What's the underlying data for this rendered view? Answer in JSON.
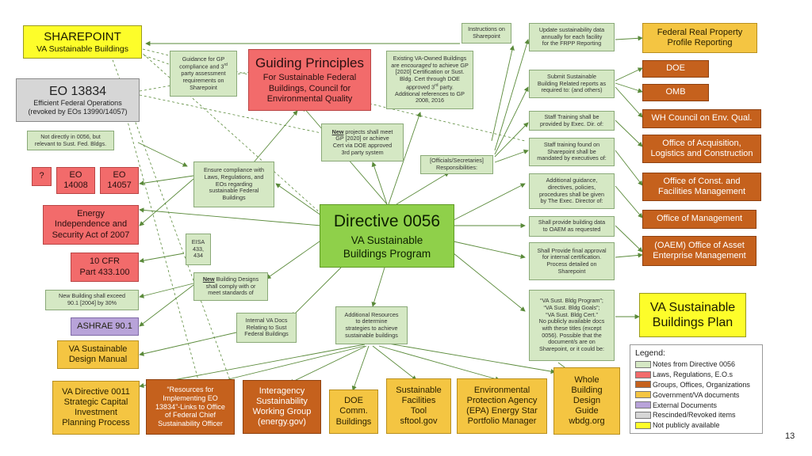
{
  "colors": {
    "note": "#d5e8c4",
    "law": "#f26b6b",
    "org": "#c5611d",
    "gov": "#f4c542",
    "external": "#b8a3d9",
    "rescinded": "#d6d6d6",
    "not_public": "#fdfd2a",
    "directive": "#8fd04a",
    "line": "#5a8a3a"
  },
  "sharepoint": {
    "title": "SHAREPOINT",
    "subtitle": "VA Sustainable Buildings"
  },
  "eo13834": {
    "title": "EO 13834",
    "line1": "Efficient Federal Operations",
    "line2": "(revoked by EOs 13990/14057)"
  },
  "not_directly": {
    "line1": "Not directly in 0056, but",
    "line2": "relevant to Sust. Fed. Bldgs."
  },
  "question": {
    "label": "?"
  },
  "eo14008": {
    "line1": "EO",
    "line2": "14008"
  },
  "eo14057": {
    "line1": "EO",
    "line2": "14057"
  },
  "energy_act": {
    "line1": "Energy",
    "line2": "Independence and",
    "line3": "Security Act of 2007"
  },
  "cfr": {
    "line1": "10 CFR",
    "line2": "Part 433.100"
  },
  "new_bldg_exceed": {
    "line1": "New Building shall exceed",
    "line2": "90.1 [2004] by 30%"
  },
  "ashrae": {
    "label": "ASHRAE 90.1"
  },
  "design_manual": {
    "line1": "VA Sustainable",
    "line2": "Design Manual"
  },
  "guidance_gp": {
    "line1": "Guidance for GP",
    "line2a": "compliance and 3",
    "line2sup": "rd",
    "line3": "party assessment",
    "line4": "requirements on",
    "line5": "Sharepoint"
  },
  "guiding": {
    "title": "Guiding Principles",
    "line1": "For Sustainable Federal",
    "line2": "Buildings, Council for",
    "line3": "Environmental Quality"
  },
  "existing_va": {
    "line1": "Existing VA-Owned Buildings",
    "line2a": "are ",
    "line2em": "encouraged",
    "line2b": " to achieve GP",
    "line3": "[2020] Certification or Sust.",
    "line4": "Bldg. Cert through DOE",
    "line5a": "approved 3",
    "line5sup": "rd",
    "line5b": " party.",
    "line6": "Additional references to GP",
    "line7": "2008, 2016"
  },
  "instructions": {
    "line1": "Instructions on",
    "line2": "Sharepoint"
  },
  "update_data": {
    "line1": "Update sustainability data",
    "line2": "annually for each facility",
    "line3": "for the FRPP Reporting"
  },
  "frpp": {
    "line1": "Federal Real Property",
    "line2": "Profile Reporting"
  },
  "doe": {
    "label": "DOE"
  },
  "omb": {
    "label": "OMB"
  },
  "wh_council": {
    "label": "WH Council on Env. Qual."
  },
  "office_acq": {
    "line1": "Office of Acquisition,",
    "line2": "Logistics and Construction"
  },
  "office_const": {
    "line1": "Office of Const. and",
    "line2": "Facilities Management"
  },
  "office_mgmt": {
    "label": "Office of Management"
  },
  "oaem": {
    "line1": "(OAEM) Office of Asset",
    "line2": "Enterprise Management"
  },
  "vasbp": {
    "line1": "VA Sustainable",
    "line2": "Buildings Plan"
  },
  "submit_bldg": {
    "line1": "Submit Sustainable",
    "line2": "Building Related reports as",
    "line3": "required to: (and others)"
  },
  "staff_exec": {
    "line1": "Staff Training shall be",
    "line2": "provided by Exec. Dir. of:"
  },
  "staff_found": {
    "line1": "Staff training found on",
    "line2": "Sharepoint shall be",
    "line3": "mandated by executives of:"
  },
  "officials": {
    "line1": "[Officials/Secretaries]",
    "line2": "Responsibilities:"
  },
  "new_projects": {
    "line1a": "New",
    "line1b": " projects shall meet",
    "line2": "GP [2020] or achieve",
    "line3": "Cert via DOE approved",
    "line4": "3rd party system"
  },
  "ensure": {
    "line1": "Ensure compliance with",
    "line2": "Laws, Regulations, and",
    "line3": "EOs regarding",
    "line4": "sustainable Federal",
    "line5": "Buildings"
  },
  "eisa": {
    "line1": "EISA",
    "line2": "433,",
    "line3": "434"
  },
  "directive": {
    "title": "Directive 0056",
    "line1": "VA Sustainable",
    "line2": "Buildings Program"
  },
  "additional_guidance": {
    "line1": "Additional guidance,",
    "line2": "directives, policies,",
    "line3": "procedures shall be given",
    "line4": "by The Exec. Director of:"
  },
  "provide_data": {
    "line1": "Shall provide building data",
    "line2": "to OAEM as requested"
  },
  "final_approval": {
    "line1": "Shall Provide final approval",
    "line2": "for internal certification.",
    "line3": "Process detailed on",
    "line4": "Sharepoint"
  },
  "new_designs": {
    "line1a": "New",
    "line1b": " Building Designs",
    "line2": "shall comply with or",
    "line3": "meet standards of"
  },
  "internal_docs": {
    "line1": "Internal VA Docs",
    "line2": "Relating to Sust",
    "line3": "Federal Buildings"
  },
  "additional_resources": {
    "line1": "Additional Resources",
    "line2": "to determine",
    "line3": "strategies to achieve",
    "line4": "sustainable buildings"
  },
  "va_sust_docs": {
    "line1": "“VA Sust. Bldg Program”;",
    "line2": "“VA Sust. Bldg Goals”;",
    "line3": "“VA Sust. Bldg Cert.”",
    "line4": "No publicly available docs",
    "line5": "with these titles (except",
    "line6": "0056). Possible that the",
    "line7": "document/s are on",
    "line8": "Sharepoint, or it could be:"
  },
  "va_0011": {
    "line1": "VA Directive 0011",
    "line2": "Strategic Capital",
    "line3": "Investment",
    "line4": "Planning Process"
  },
  "resources_impl": {
    "line1": "“Resources for",
    "line2": "Implementing EO",
    "line3": "13834”-Links to Office",
    "line4": "of Federal Chief",
    "line5": "Sustainability Officer"
  },
  "interagency": {
    "line1": "Interagency",
    "line2": "Sustainability",
    "line3": "Working Group",
    "line4": "(energy.gov)"
  },
  "doe_comm": {
    "line1": "DOE",
    "line2": "Comm.",
    "line3": "Buildings"
  },
  "sftool": {
    "line1": "Sustainable",
    "line2": "Facilities",
    "line3": "Tool",
    "line4": "sftool.gov"
  },
  "epa": {
    "line1": "Environmental",
    "line2": "Protection Agency",
    "line3": "(EPA) Energy Star",
    "line4": "Portfolio Manager"
  },
  "wbdg": {
    "line1": "Whole",
    "line2": "Building",
    "line3": "Design",
    "line4": "Guide",
    "line5": "wbdg.org"
  },
  "legend": {
    "title": "Legend:",
    "items": [
      "Notes from Directive 0056",
      "Laws, Regulations, E.O.s",
      "Groups, Offices, Organizations",
      "Government/VA documents",
      "External Documents",
      "Rescinded/Revoked items",
      "Not publicly available"
    ]
  },
  "page_number": "13"
}
